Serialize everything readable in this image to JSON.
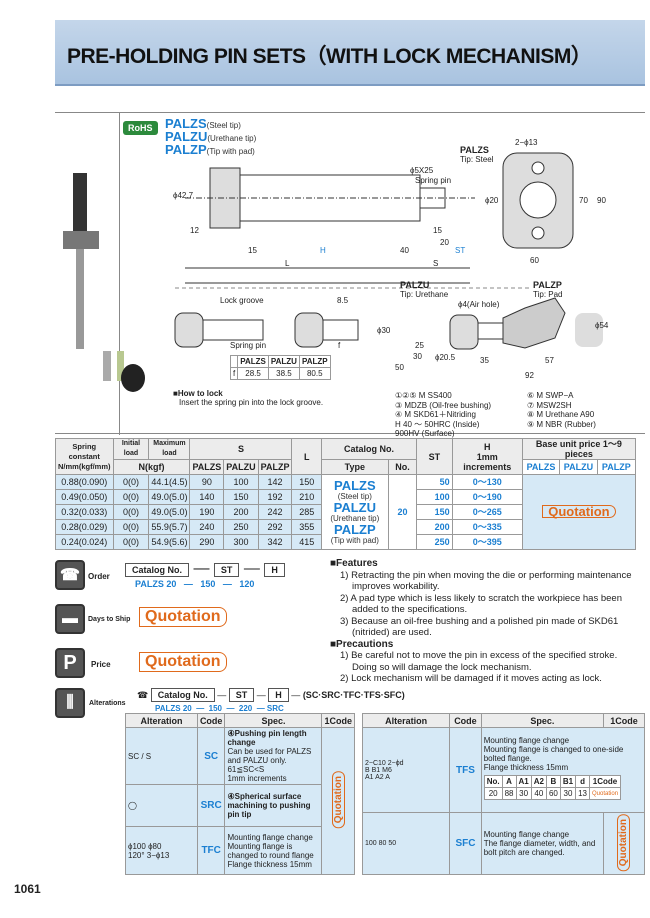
{
  "title": "PRE-HOLDING PIN SETS（WITH LOCK MECHANISM）",
  "rohs": "RoHS",
  "variants": [
    {
      "code": "PALZS",
      "desc": "(Steel tip)"
    },
    {
      "code": "PALZU",
      "desc": "(Urethane tip)"
    },
    {
      "code": "PALZP",
      "desc": "(Tip with pad)"
    }
  ],
  "drawing": {
    "palzs_label": "PALZS",
    "palzs_tip": "Tip: Steel",
    "palzu_label": "PALZU",
    "palzu_tip": "Tip: Urethane",
    "palzp_label": "PALZP",
    "palzp_tip": "Tip: Pad",
    "spring_pin": "Spring pin",
    "lock_groove": "Lock groove",
    "air_hole": "ϕ4(Air hole)",
    "screw": "ϕ5X25",
    "dims": {
      "d1": "ϕ42.7",
      "d2": "12",
      "d3": "15",
      "h": "H",
      "l": "L",
      "s": "S",
      "d40": "40",
      "d15": "15",
      "d20": "20",
      "st": "ST",
      "phi20": "ϕ20",
      "holes": "2−ϕ13",
      "w60": "60",
      "h70": "70",
      "h90": "90",
      "d85": "8.5",
      "f": "f",
      "phi30": "ϕ30",
      "d25": "25",
      "d30": "30",
      "d50": "50",
      "phi205": "ϕ20.5",
      "phi54": "ϕ54",
      "d35": "35",
      "d57": "57",
      "d92": "92"
    },
    "f_table": {
      "headers": [
        "",
        "PALZS",
        "PALZU",
        "PALZP"
      ],
      "row": [
        "f",
        "28.5",
        "38.5",
        "80.5"
      ]
    },
    "how_to_lock_title": "■How to lock",
    "how_to_lock": "Insert the spring pin into the lock groove.",
    "materials_left": [
      "①②⑤ M SS400",
      "③ MDZB (Oil-free bushing)",
      "④ M SKD61＋Nitriding",
      "H 40 ～ 50HRC (Inside)",
      "900HV (Surface)"
    ],
    "materials_right": [
      "⑥ M SWP−A",
      "⑦ MSW2SH",
      "⑧ M Urethane A90",
      "⑨ M NBR (Rubber)"
    ]
  },
  "spec_table": {
    "h_spring": "Spring constant N/mm(kgf/mm)",
    "h_initial": "Initial load",
    "h_max": "Maximum load",
    "h_nkgf": "N(kgf)",
    "h_s": "S",
    "h_l": "L",
    "h_catalog": "Catalog No.",
    "h_type": "Type",
    "h_no": "No.",
    "h_st": "ST",
    "h_h": "H",
    "h_h2": "1mm increments",
    "h_price": "Base unit price  1～9 pieces",
    "sub": [
      "PALZS",
      "PALZU",
      "PALZP"
    ],
    "rows": [
      [
        "0.88(0.090)",
        "0(0)",
        "44.1(4.5)",
        "90",
        "100",
        "142",
        "150",
        "50",
        "0～130"
      ],
      [
        "0.49(0.050)",
        "0(0)",
        "49.0(5.0)",
        "140",
        "150",
        "192",
        "210",
        "100",
        "0～190"
      ],
      [
        "0.32(0.033)",
        "0(0)",
        "49.0(5.0)",
        "190",
        "200",
        "242",
        "285",
        "150",
        "0～265"
      ],
      [
        "0.28(0.029)",
        "0(0)",
        "55.9(5.7)",
        "240",
        "250",
        "292",
        "355",
        "200",
        "0～335"
      ],
      [
        "0.24(0.024)",
        "0(0)",
        "54.9(5.6)",
        "290",
        "300",
        "342",
        "415",
        "250",
        "0～395"
      ]
    ],
    "types": [
      {
        "code": "PALZS",
        "desc": "(Steel tip)"
      },
      {
        "code": "PALZU",
        "desc": "(Urethane tip)"
      },
      {
        "code": "PALZP",
        "desc": "(Tip with pad)"
      }
    ],
    "no": "20",
    "price": "Quotation"
  },
  "order": {
    "label": "Order",
    "boxes": [
      "Catalog No.",
      "ST",
      "H"
    ],
    "dash": "—",
    "example": [
      "PALZS 20",
      "150",
      "120"
    ]
  },
  "ship": {
    "label": "Days to Ship",
    "value": "Quotation"
  },
  "price": {
    "label": "Price",
    "value": "Quotation"
  },
  "features": {
    "title": "■Features",
    "items": [
      "1)  Retracting the pin when moving the die or performing maintenance improves workability.",
      "2)  A pad type which is less likely to scratch the workpiece has been added to the specifications.",
      "3)  Because an oil-free bushing and a polished pin made of SKD61 (nitrided) are used."
    ]
  },
  "precautions": {
    "title": "■Precautions",
    "items": [
      "1)  Be careful not to move the pin in excess of the specified stroke. Doing so will damage the lock mechanism.",
      "2)  Lock mechanism will be damaged if it moves acting as lock."
    ]
  },
  "alterations": {
    "label": "Alterations",
    "boxes": [
      "Catalog No.",
      "ST",
      "H"
    ],
    "suffix": "(SC·SRC·TFC·TFS·SFC)",
    "example": [
      "PALZS 20",
      "150",
      "220",
      "SRC"
    ],
    "headers": [
      "Alteration",
      "Code",
      "Spec.",
      "1Code"
    ],
    "left": [
      {
        "code": "SC",
        "spec": [
          "④Pushing pin length change",
          "Can be used for PALZS and PALZU only.",
          "61≦SC<S",
          "1mm increments"
        ],
        "fig": [
          "SC",
          "S"
        ]
      },
      {
        "code": "SRC",
        "spec": [
          "④Spherical surface machining to pushing pin tip"
        ]
      },
      {
        "code": "TFC",
        "spec": [
          "Mounting flange change",
          "Mounting flange is changed to round flange",
          "Flange thickness 15mm"
        ],
        "fig": [
          "ϕ100",
          "ϕ80",
          "120°",
          "3−ϕ13"
        ]
      }
    ],
    "right": [
      {
        "code": "TFS",
        "spec": [
          "Mounting flange change",
          "Mounting flange is changed to one-side bolted flange.",
          "Flange thickness 15mm"
        ],
        "fig": [
          "2−C10",
          "2−ϕd",
          "B",
          "B1",
          "M6",
          "A1",
          "A2",
          "A"
        ],
        "mini": {
          "headers": [
            "No.",
            "A",
            "A1",
            "A2",
            "B",
            "B1",
            "d",
            "1Code"
          ],
          "row": [
            "20",
            "88",
            "30",
            "40",
            "60",
            "30",
            "13",
            "Quotation"
          ]
        }
      },
      {
        "code": "SFC",
        "spec": [
          "Mounting flange change",
          "The flange diameter, width, and bolt pitch are changed."
        ],
        "fig": [
          "100",
          "80",
          "50"
        ]
      }
    ],
    "price": "Quotation"
  },
  "page_number": "1061",
  "colors": {
    "accent": "#1b7fd1",
    "quotation": "#e06a1c",
    "header_band": "#a9c3e0",
    "cell_blue": "#d6e9f6"
  }
}
